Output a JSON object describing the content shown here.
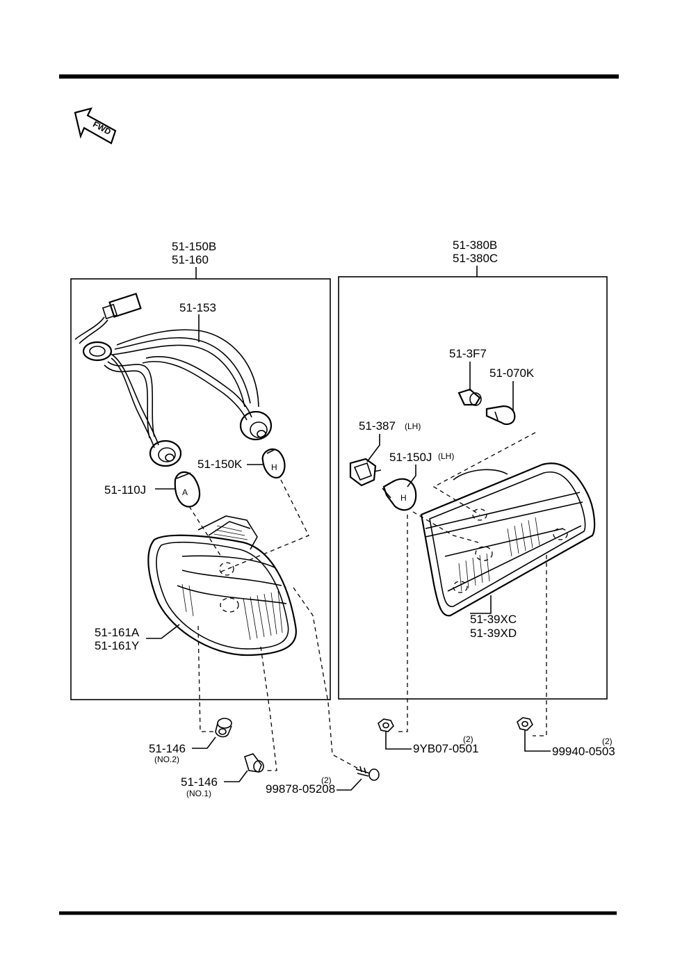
{
  "fwd_label": "FWD",
  "left_group": {
    "header_1": "51-150B",
    "header_2": "51-160",
    "harness": "51-153",
    "bulb_h": "51-150K",
    "bulb_a": "51-110J",
    "lamp_1": "51-161A",
    "lamp_2": "51-161Y",
    "bulb_a_mark": "A",
    "bulb_h_mark": "H"
  },
  "right_group": {
    "header_1": "51-380B",
    "header_2": "51-380C",
    "socket_small": "51-3F7",
    "bulb_small": "51-070K",
    "socket_lh": "51-387",
    "socket_lh_side": "(LH)",
    "bulb_lh": "51-150J",
    "bulb_lh_side": "(LH)",
    "lamp_1": "51-39XC",
    "lamp_2": "51-39XD",
    "bulb_h_mark": "H"
  },
  "fasteners": {
    "clip_no2": "51-146",
    "clip_no2_note": "(NO.2)",
    "clip_no1": "51-146",
    "clip_no1_note": "(NO.1)",
    "screw": "99878-05208",
    "screw_qty": "(2)",
    "nut_left": "9YB07-0501",
    "nut_left_qty": "(2)",
    "nut_right": "99940-0503",
    "nut_right_qty": "(2)"
  }
}
